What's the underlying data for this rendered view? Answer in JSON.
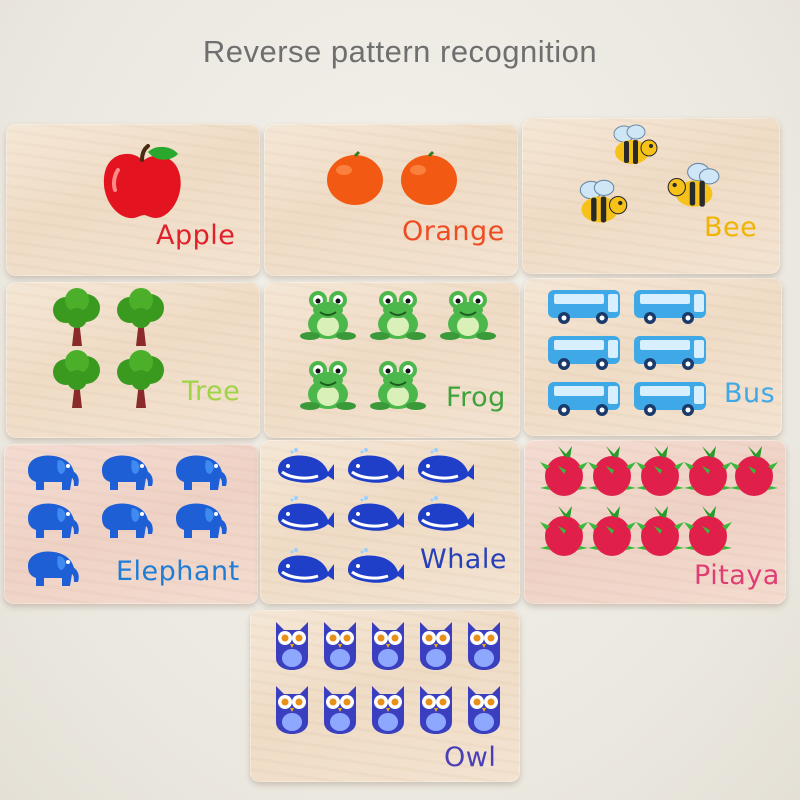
{
  "headline": "Reverse pattern recognition",
  "cards": [
    {
      "word": "Apple",
      "count": 1,
      "color": "#e0202a"
    },
    {
      "word": "Orange",
      "count": 2,
      "color": "#ef4c23"
    },
    {
      "word": "Bee",
      "count": 3,
      "color": "#f0b400"
    },
    {
      "word": "Tree",
      "count": 4,
      "color": "#9fd447"
    },
    {
      "word": "Frog",
      "count": 5,
      "color": "#3ea33b"
    },
    {
      "word": "Bus",
      "count": 6,
      "color": "#3fa8e6"
    },
    {
      "word": "Elephant",
      "count": 7,
      "color": "#1f7dd6"
    },
    {
      "word": "Whale",
      "count": 8,
      "color": "#2540b8"
    },
    {
      "word": "Pitaya",
      "count": 9,
      "color": "#e03d73"
    },
    {
      "word": "Owl",
      "count": 10,
      "color": "#4a3fb8"
    }
  ]
}
